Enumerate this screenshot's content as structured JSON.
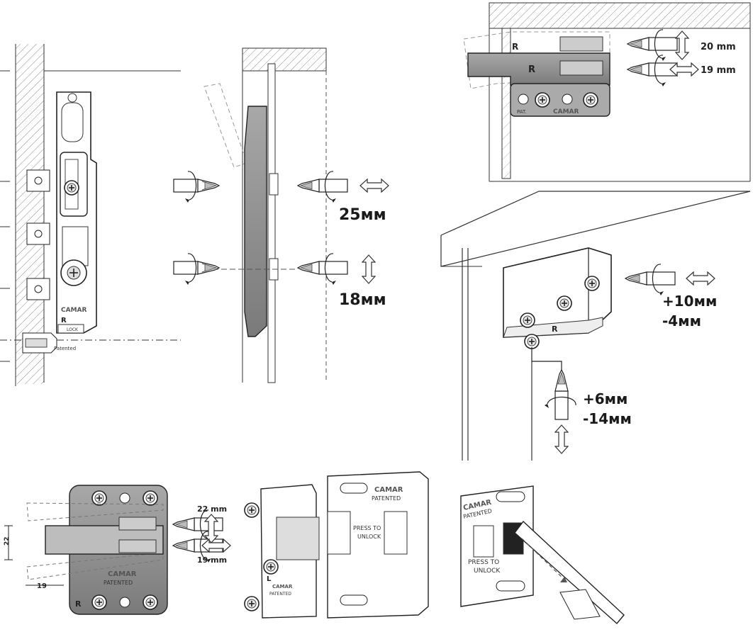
{
  "panel1": {
    "brand": "CAMAR",
    "side": "R",
    "lock_text": "LOCK",
    "patented": "Patented"
  },
  "panel2": {
    "label_depth": "25мм",
    "label_height": "18мм"
  },
  "panel3": {
    "label_vertical": "20 mm",
    "label_horizontal": "19 mm",
    "side_a": "R",
    "side_b": "R",
    "pat": "PAT.",
    "brand": "CAMAR"
  },
  "panel4": {
    "label_side_plus": "+10мм",
    "label_side_minus": "-4мм",
    "label_height_plus": "+6мм",
    "label_height_minus": "-14мм",
    "side": "R"
  },
  "panel5": {
    "label_vertical": "22 mm",
    "label_horizontal": "19 mm",
    "dim_vertical": "22",
    "dim_horizontal": "19",
    "brand": "CAMAR",
    "patented": "PATENTED",
    "side": "R"
  },
  "panel6": {
    "brand": "CAMAR",
    "patented": "PATENTED",
    "press_to": "PRESS TO",
    "unlock": "UNLOCK",
    "side": "L",
    "small_brand": "CAMAR",
    "small_patented": "PATENTED"
  },
  "panel7": {
    "brand": "CAMAR",
    "patented": "PATENTED",
    "press_to": "PRESS TO",
    "unlock": "UNLOCK"
  },
  "colors": {
    "ink": "#1a1a1a",
    "hatch": "#888888",
    "metal": "#8f8f8f",
    "metal_dark": "#5a5a5a"
  },
  "icons": [
    "screwdriver-icon",
    "rotation-arrow-icon",
    "horizontal-double-arrow-icon",
    "vertical-double-arrow-icon",
    "screw-head-icon"
  ]
}
